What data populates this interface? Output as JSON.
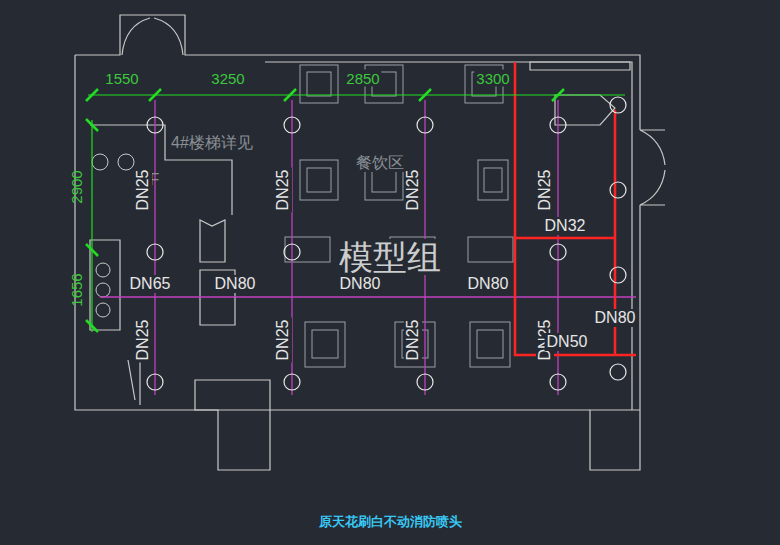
{
  "diagram": {
    "caption": "原天花刷白不动消防喷头",
    "labels": [
      "1550",
      "3250",
      "2850",
      "3300",
      "2900",
      "1656",
      "4#楼梯详见",
      "2F",
      "餐饮区",
      "DN25",
      "DN25",
      "DN25",
      "DN25",
      "DN32",
      "DN65",
      "DN80",
      "DN80",
      "DN80",
      "DN80",
      "DN25",
      "DN25",
      "DN25",
      "DN25",
      "DN50",
      "模型组"
    ]
  }
}
